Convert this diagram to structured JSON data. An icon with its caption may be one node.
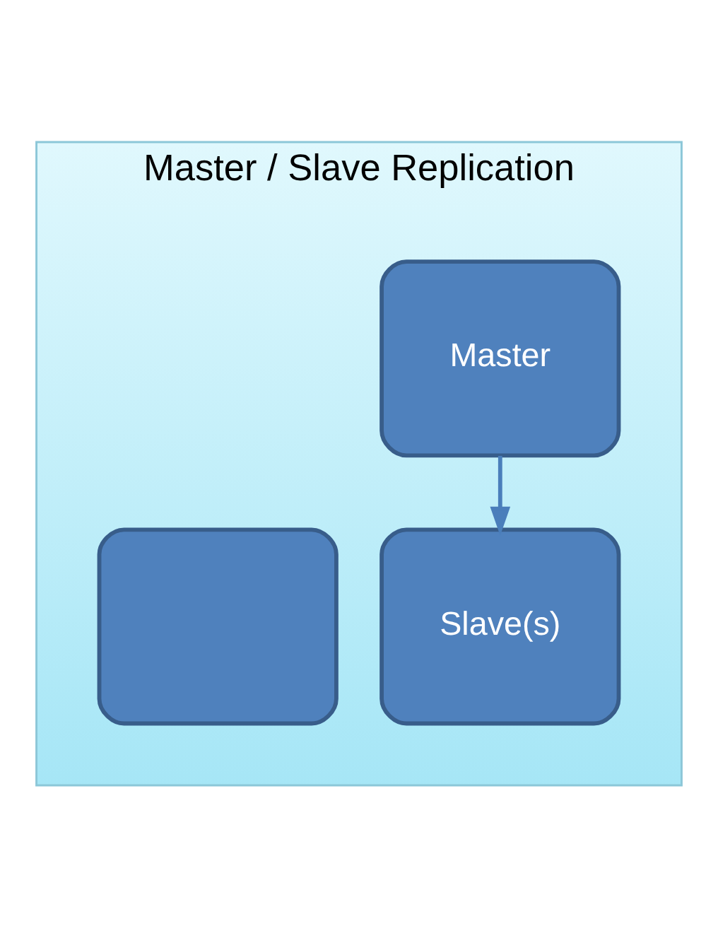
{
  "diagram": {
    "nodes": [
      {
        "text": [
          "Master / Slave Replication"
        ]
      },
      {
        "text": [
          "Master"
        ],
        "in": 0
      },
      {
        "text": [],
        "shape": "box",
        "in": 0
      },
      {
        "text": [
          "Slave(s)"
        ],
        "in": 0
      }
    ],
    "edges": [
      {
        "from": 1,
        "to": 3,
        "arrow": "to"
      }
    ]
  }
}
